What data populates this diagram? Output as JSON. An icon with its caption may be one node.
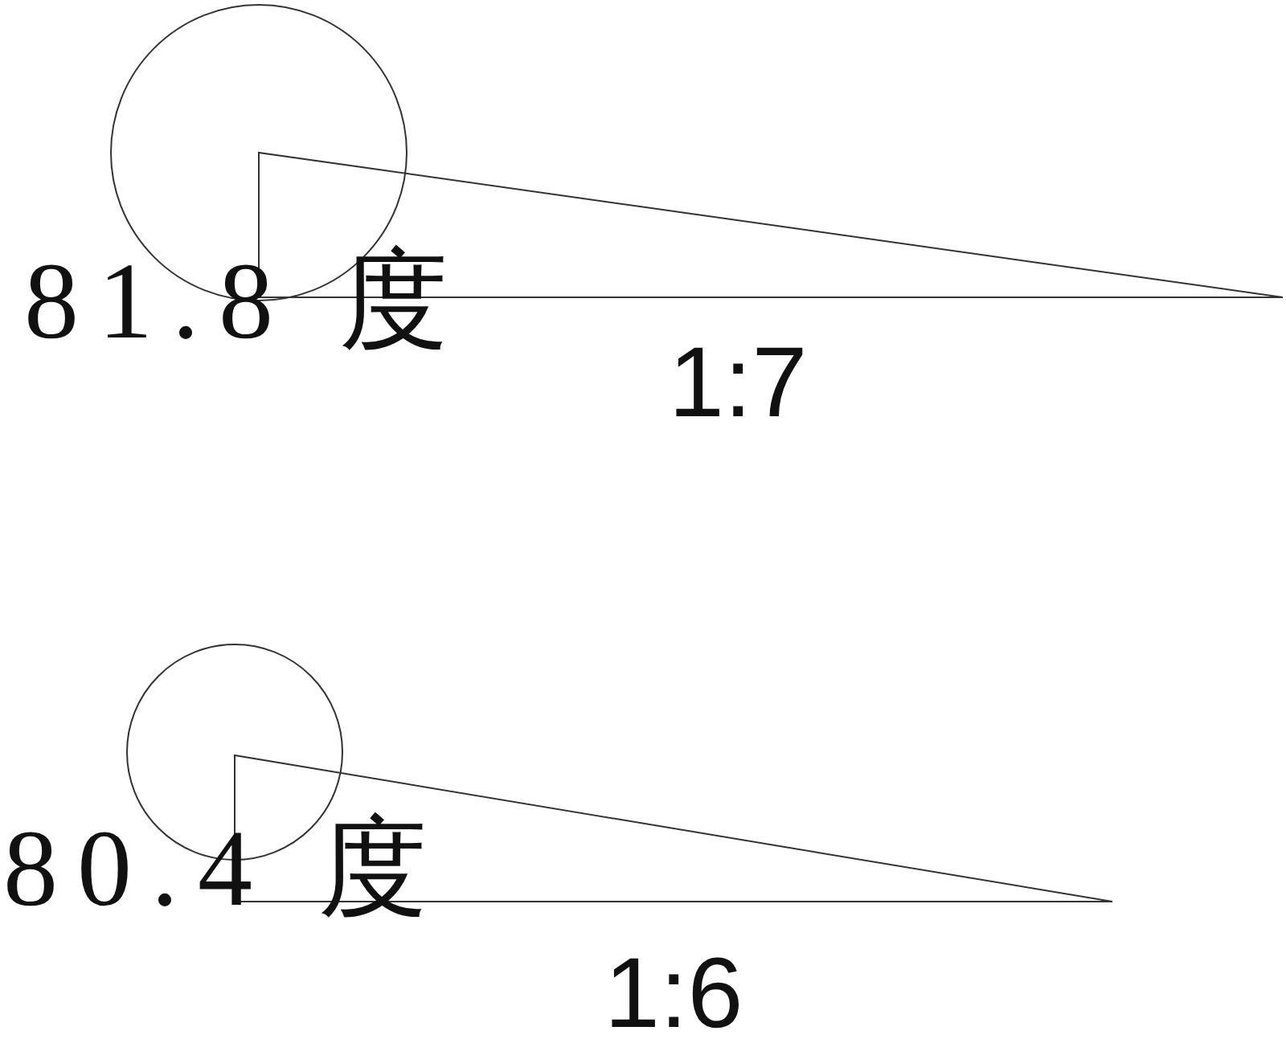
{
  "diagram": {
    "labels": [
      "81.8 度",
      "1:7",
      "80.4 度",
      "1:6"
    ]
  }
}
